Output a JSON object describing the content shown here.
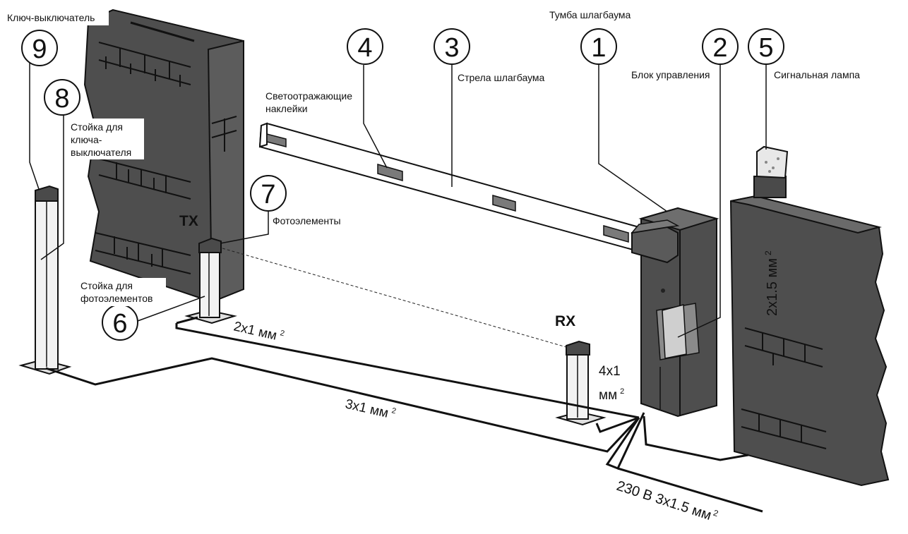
{
  "labels": {
    "turnstile": "Тумба шлагбаума",
    "key_switch": "Ключ-выключатель",
    "key_post_l1": "Стойка для",
    "key_post_l2": "ключа-",
    "key_post_l3": "выключателя",
    "reflect_l1": "Светоотражающие",
    "reflect_l2": "наклейки",
    "boom": "Стрела шлагбаума",
    "control": "Блок управления",
    "lamp": "Сигнальная лампа",
    "photo": "Фотоэлементы",
    "photo_post_l1": "Стойка для",
    "photo_post_l2": "фотоэлементов",
    "tx": "TX",
    "rx": "RX"
  },
  "callouts": {
    "n1": "1",
    "n2": "2",
    "n3": "3",
    "n4": "4",
    "n5": "5",
    "n6": "6",
    "n7": "7",
    "n8": "8",
    "n9": "9"
  },
  "wires": {
    "w2x1": "2x1 мм",
    "w3x1": "3x1 мм",
    "w4x1_l1": "4x1",
    "w4x1_l2": "мм",
    "w_wall": "2x1.5 мм",
    "w_main": "230 В 3x1.5 мм",
    "sup": "2"
  },
  "colors": {
    "brick_fill": "#4a4a4a",
    "brick_face": "#5a5a5a",
    "line": "#111111",
    "post_fill": "#f2f2f2"
  }
}
